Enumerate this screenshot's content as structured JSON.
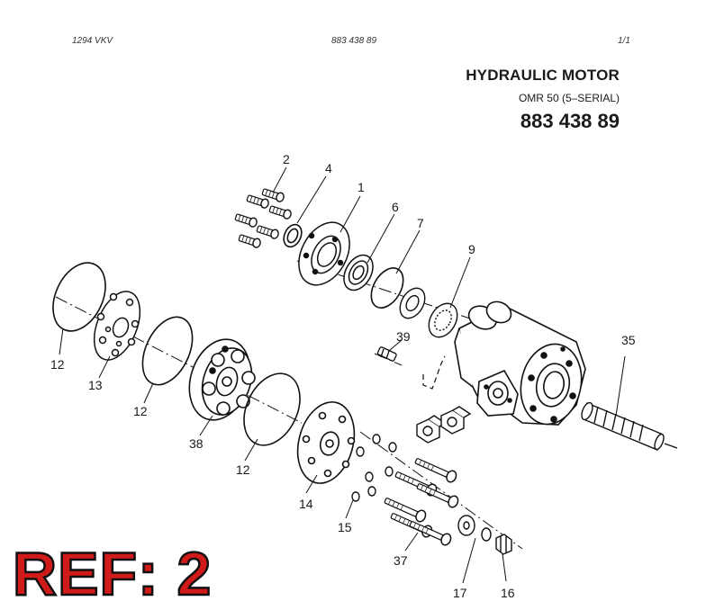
{
  "header": {
    "left": "1294 VKV",
    "center": "883 438 89",
    "right": "1/1"
  },
  "title": "HYDRAULIC MOTOR",
  "subtitle": "OMR 50 (5–SERIAL)",
  "part_number": "883 438 89",
  "ref_stamp": "REF: 2",
  "callouts": [
    {
      "id": "c2",
      "text": "2"
    },
    {
      "id": "c4",
      "text": "4"
    },
    {
      "id": "c1",
      "text": "1"
    },
    {
      "id": "c6",
      "text": "6"
    },
    {
      "id": "c7",
      "text": "7"
    },
    {
      "id": "c9",
      "text": "9"
    },
    {
      "id": "c39",
      "text": "39"
    },
    {
      "id": "c35",
      "text": "35"
    },
    {
      "id": "c12a",
      "text": "12"
    },
    {
      "id": "c13",
      "text": "13"
    },
    {
      "id": "c12b",
      "text": "12"
    },
    {
      "id": "c38",
      "text": "38"
    },
    {
      "id": "c12c",
      "text": "12"
    },
    {
      "id": "c14",
      "text": "14"
    },
    {
      "id": "c15",
      "text": "15"
    },
    {
      "id": "c37",
      "text": "37"
    },
    {
      "id": "c17",
      "text": "17"
    },
    {
      "id": "c16",
      "text": "16"
    }
  ]
}
